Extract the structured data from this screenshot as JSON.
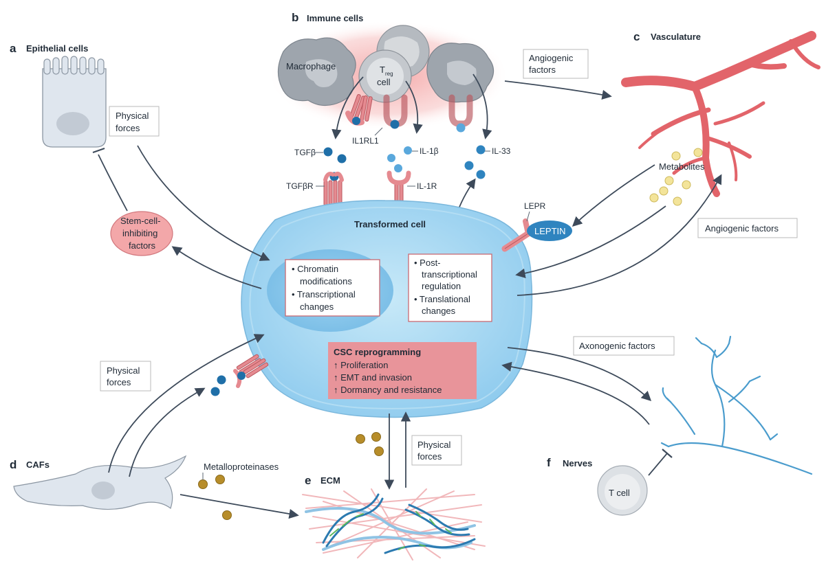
{
  "panels": {
    "a": {
      "letter": "a",
      "title": "Epithelial cells"
    },
    "b": {
      "letter": "b",
      "title": "Immune cells"
    },
    "c": {
      "letter": "c",
      "title": "Vasculature"
    },
    "d": {
      "letter": "d",
      "title": "CAFs"
    },
    "e": {
      "letter": "e",
      "title": "ECM"
    },
    "f": {
      "letter": "f",
      "title": "Nerves"
    }
  },
  "immune": {
    "macrophage": "Macrophage",
    "treg_main": "T",
    "treg_sub": "reg",
    "treg_cell": "cell",
    "il1rl1": "IL1RL1",
    "tgfb": "TGFβ",
    "il1b": "IL-1β",
    "il33": "IL-33",
    "tgfbr": "TGFβR",
    "il1r": "IL-1R"
  },
  "boxes": {
    "angiogenic_top_1": "Angiogenic",
    "angiogenic_top_2": "factors",
    "physical_top_1": "Physical",
    "physical_top_2": "forces",
    "physical_left_1": "Physical",
    "physical_left_2": "forces",
    "physical_bottom_1": "Physical",
    "physical_bottom_2": "forces",
    "angiogenic_right": "Angiogenic factors",
    "axonogenic": "Axonogenic factors"
  },
  "stem": {
    "line1": "Stem-cell-",
    "line2": "inhibiting",
    "line3": "factors"
  },
  "transformed": {
    "title": "Transformed cell"
  },
  "nucleus": {
    "b1_l1": "• Chromatin",
    "b1_l2": "modifications",
    "b2_l1": "• Transcriptional",
    "b2_l2": "changes"
  },
  "post": {
    "b1_l1": "• Post-",
    "b1_l2": "transcriptional",
    "b1_l3": "regulation",
    "b2_l1": "• Translational",
    "b2_l2": "changes"
  },
  "csc": {
    "title": "CSC reprogramming",
    "l1": "↑ Proliferation",
    "l2": "↑ EMT and invasion",
    "l3": "↑ Dormancy and resistance"
  },
  "vasc": {
    "metabolites": "Metabolites",
    "lepr": "LEPR",
    "leptin": "LEPTIN"
  },
  "caf": {
    "metalloproteinases": "Metalloproteinases"
  },
  "nerves": {
    "tcell": "T cell"
  },
  "colors": {
    "cell_blue": "#a8d8f0",
    "vessel_red": "#e2646a",
    "nerve_blue": "#4a9ccd",
    "csc_box": "#e8949a",
    "receptor_pink": "#e58a90",
    "ligand_blue": "#1f6fa8",
    "metalloproteinase": "#b78d2a",
    "metabolite": "#f3e49a"
  }
}
